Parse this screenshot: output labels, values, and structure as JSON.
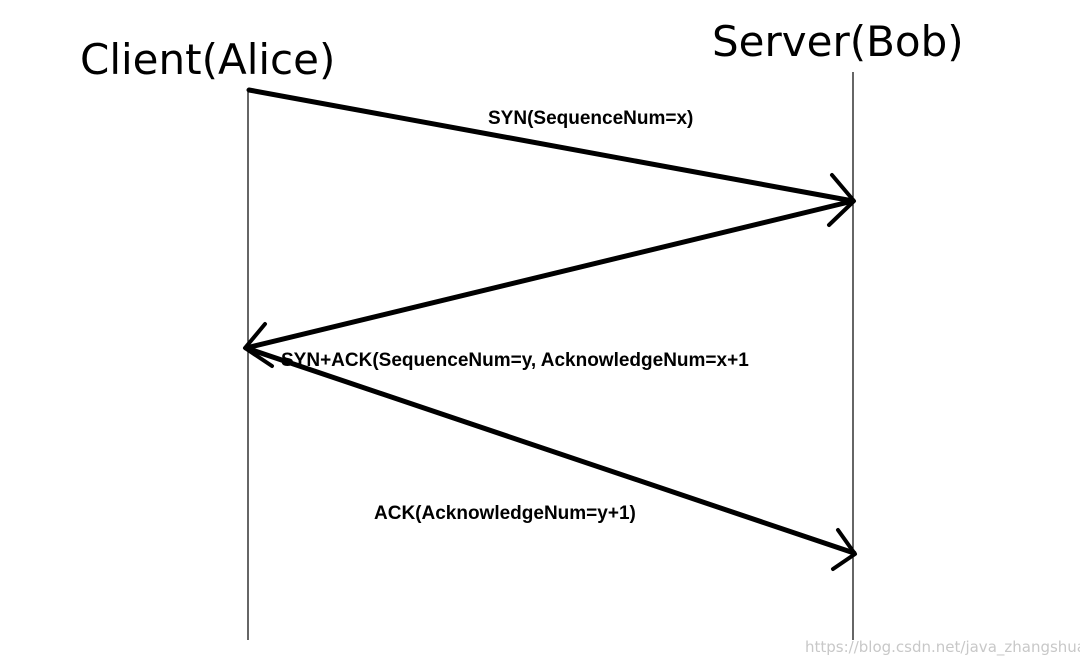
{
  "participants": {
    "client": "Client(Alice)",
    "server": "Server(Bob)"
  },
  "messages": [
    {
      "label": "SYN(SequenceNum=x)",
      "from": "client",
      "to": "server"
    },
    {
      "label": "SYN+ACK(SequenceNum=y, AcknowledgeNum=x+1",
      "from": "server",
      "to": "client"
    },
    {
      "label": "ACK(AcknowledgeNum=y+1)",
      "from": "client",
      "to": "server"
    }
  ],
  "watermark": "https://blog.csdn.net/java_zhangshuai"
}
